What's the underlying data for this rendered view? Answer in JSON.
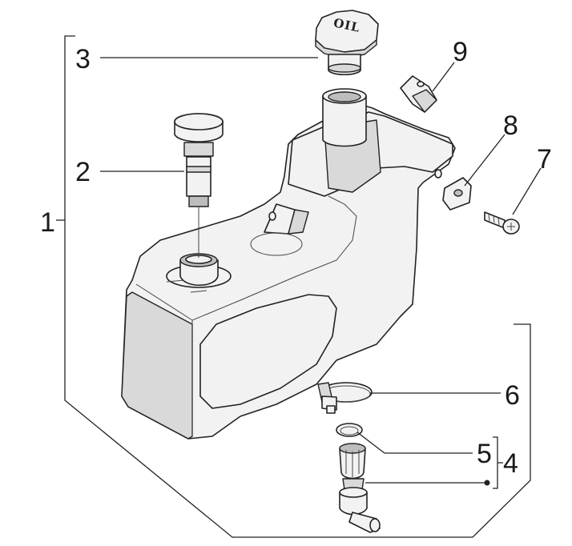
{
  "callouts": {
    "c1": "1",
    "c2": "2",
    "c3": "3",
    "c4": "4",
    "c5": "5",
    "c6": "6",
    "c7": "7",
    "c8": "8",
    "c9": "9"
  },
  "filler_cap_text": "OIL"
}
